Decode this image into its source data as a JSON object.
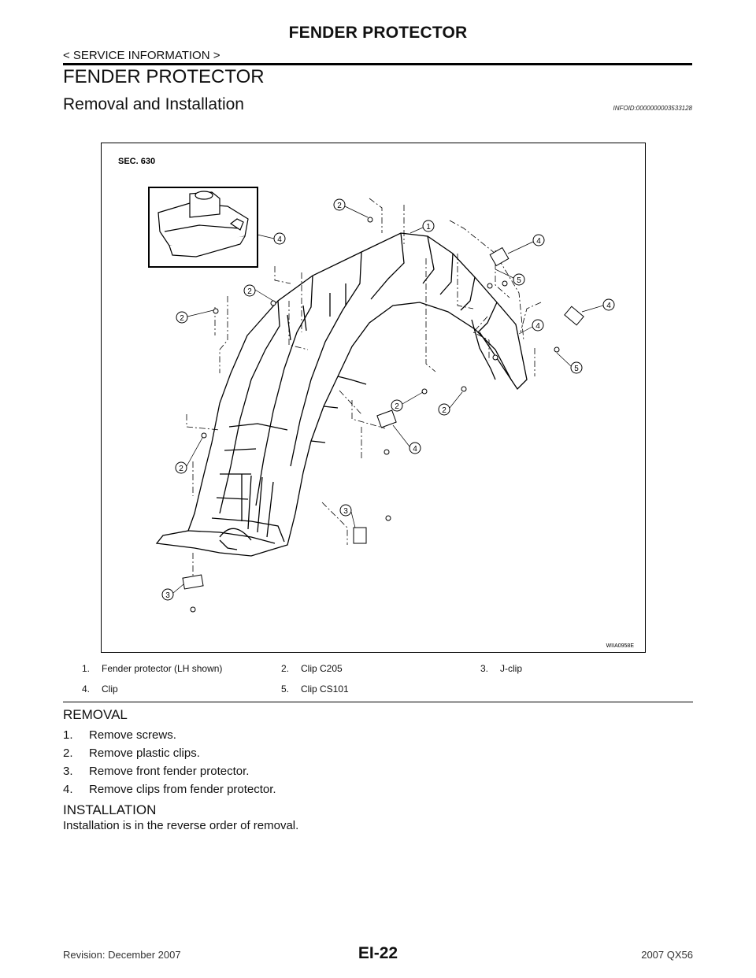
{
  "header": {
    "title": "FENDER PROTECTOR",
    "breadcrumb": "< SERVICE INFORMATION >"
  },
  "section": {
    "title": "FENDER PROTECTOR",
    "subtitle": "Removal and Installation",
    "info_id": "INFOID:0000000003533128"
  },
  "figure": {
    "sec_label": "SEC. 630",
    "code": "WIIA0958E",
    "callouts": [
      "1",
      "2",
      "3",
      "4",
      "5"
    ]
  },
  "legend": [
    {
      "num": "1.",
      "text": "Fender protector (LH shown)"
    },
    {
      "num": "2.",
      "text": "Clip C205"
    },
    {
      "num": "3.",
      "text": "J-clip"
    },
    {
      "num": "4.",
      "text": "Clip"
    },
    {
      "num": "5.",
      "text": "Clip CS101"
    }
  ],
  "removal": {
    "heading": "REMOVAL",
    "steps": [
      {
        "num": "1.",
        "text": "Remove screws."
      },
      {
        "num": "2.",
        "text": "Remove plastic clips."
      },
      {
        "num": "3.",
        "text": "Remove front fender protector."
      },
      {
        "num": "4.",
        "text": "Remove clips from fender protector."
      }
    ]
  },
  "installation": {
    "heading": "INSTALLATION",
    "text": "Installation is in the reverse order of removal."
  },
  "footer": {
    "revision": "Revision: December 2007",
    "page": "EI-22",
    "model": "2007 QX56"
  }
}
